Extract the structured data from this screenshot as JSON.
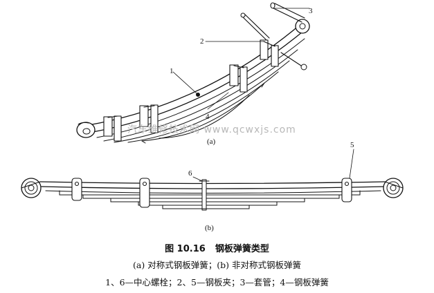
{
  "figure": {
    "callouts": {
      "a1": "1",
      "a2": "2",
      "a3": "3",
      "a4": "4",
      "b5": "5",
      "b6": "6"
    },
    "subfig_a": "(a)",
    "subfig_b": "(b)",
    "watermark": "汽车维修技术网 www.qcwxjs.com"
  },
  "caption": {
    "number": "图 10.16",
    "title": "钢板弹簧类型",
    "line1": "(a) 对称式钢板弹簧；(b) 非对称式钢板弹簧",
    "line2": "1、6—中心螺栓；2、5—钢板夹；3—套管；4—钢板弹簧"
  }
}
